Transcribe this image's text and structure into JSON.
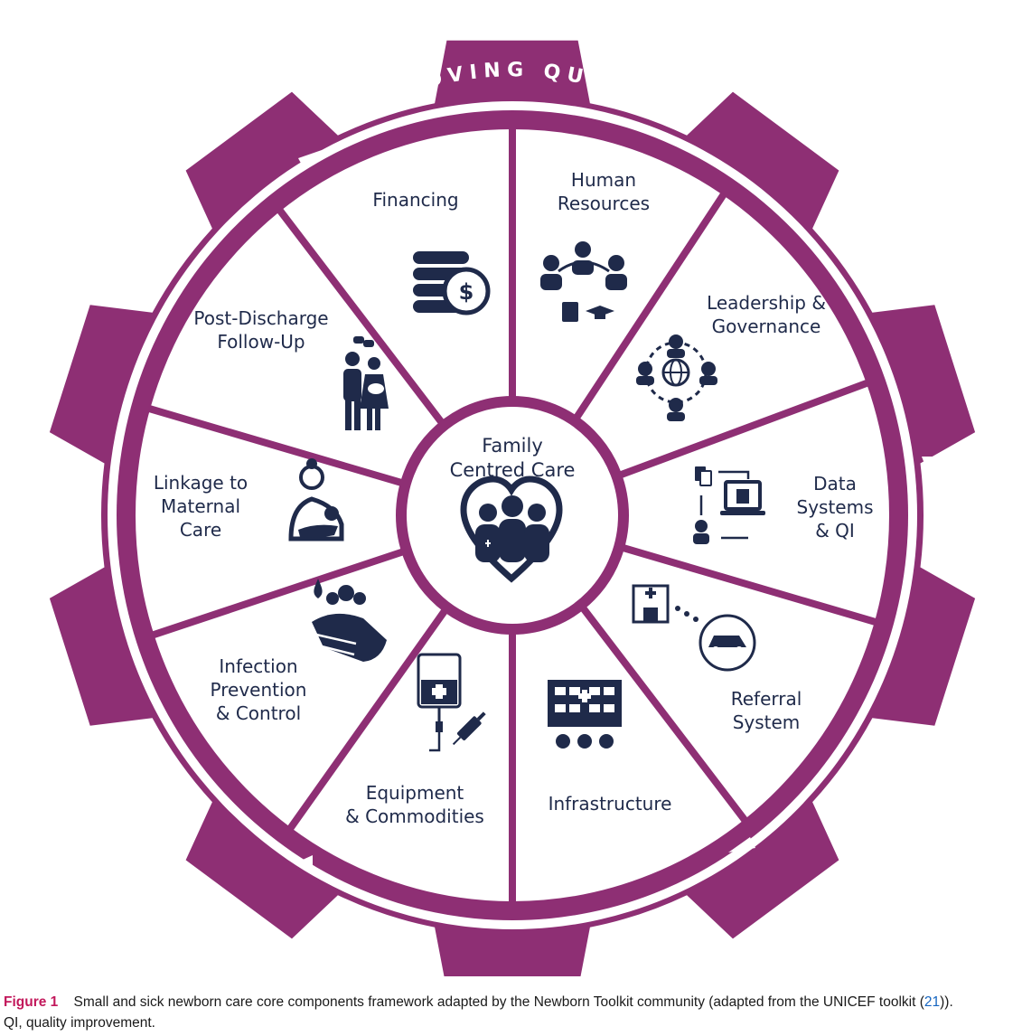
{
  "colors": {
    "gear": "#8e2f74",
    "icon": "#1f2a4a",
    "caption_accent": "#c2185b",
    "link": "#1565c0"
  },
  "ring_label": "IMPROVING QUALITY",
  "center": {
    "line1": "Family",
    "line2": "Centred Care",
    "icon": "heart-family-icon"
  },
  "segments": [
    {
      "key": "human-resources",
      "lines": [
        "Human",
        "Resources"
      ],
      "icon": "team-icon"
    },
    {
      "key": "leadership-governance",
      "lines": [
        "Leadership &",
        "Governance"
      ],
      "icon": "network-globe-icon"
    },
    {
      "key": "data-systems-qi",
      "lines": [
        "Data",
        "Systems",
        "& QI"
      ],
      "icon": "data-laptop-icon"
    },
    {
      "key": "referral-system",
      "lines": [
        "Referral",
        "System"
      ],
      "icon": "ambulance-icon"
    },
    {
      "key": "infrastructure",
      "lines": [
        "Infrastructure"
      ],
      "icon": "hospital-building-icon"
    },
    {
      "key": "equipment-commodities",
      "lines": [
        "Equipment",
        "& Commodities"
      ],
      "icon": "iv-syringe-icon"
    },
    {
      "key": "infection-prevention",
      "lines": [
        "Infection",
        "Prevention",
        "& Control"
      ],
      "icon": "handwash-icon"
    },
    {
      "key": "linkage-maternal",
      "lines": [
        "Linkage to",
        "Maternal",
        "Care"
      ],
      "icon": "mother-baby-icon"
    },
    {
      "key": "post-discharge",
      "lines": [
        "Post-Discharge",
        "Follow-Up"
      ],
      "icon": "family-icon"
    },
    {
      "key": "financing",
      "lines": [
        "Financing"
      ],
      "icon": "coins-icon"
    }
  ],
  "caption": {
    "figure_label": "Figure 1",
    "text_before": "Small and sick newborn care core components framework adapted by the Newborn Toolkit community (adapted from the UNICEF toolkit (",
    "ref": "21",
    "text_after": ")).",
    "line2": "QI, quality improvement."
  }
}
